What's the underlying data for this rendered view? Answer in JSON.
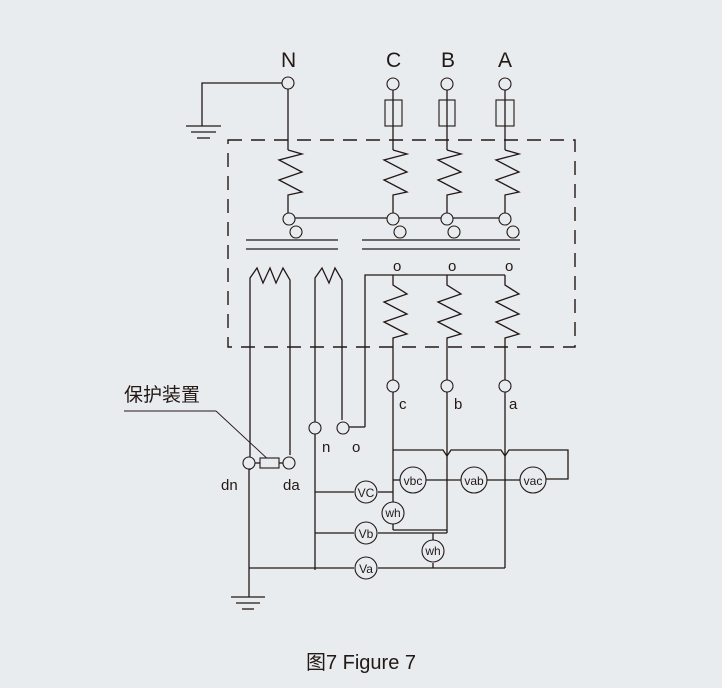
{
  "figure": {
    "caption": "图7 Figure 7",
    "primary_terminals": {
      "N": "N",
      "C": "C",
      "B": "B",
      "A": "A"
    },
    "secondary_terminals": {
      "c": "c",
      "b": "b",
      "a": "a",
      "n": "n",
      "o": "o",
      "dn": "dn",
      "da": "da"
    },
    "protection_label": "保护装置",
    "neutral_marks": [
      "o",
      "o",
      "o"
    ],
    "meters": {
      "vc": "VC",
      "vb": "Vb",
      "va": "Va",
      "wh1": "wh",
      "wh2": "wh",
      "vbc": "vbc",
      "vab": "vab",
      "vac": "vac"
    },
    "colors": {
      "background": "#e8ecef",
      "line": "#231815"
    }
  }
}
